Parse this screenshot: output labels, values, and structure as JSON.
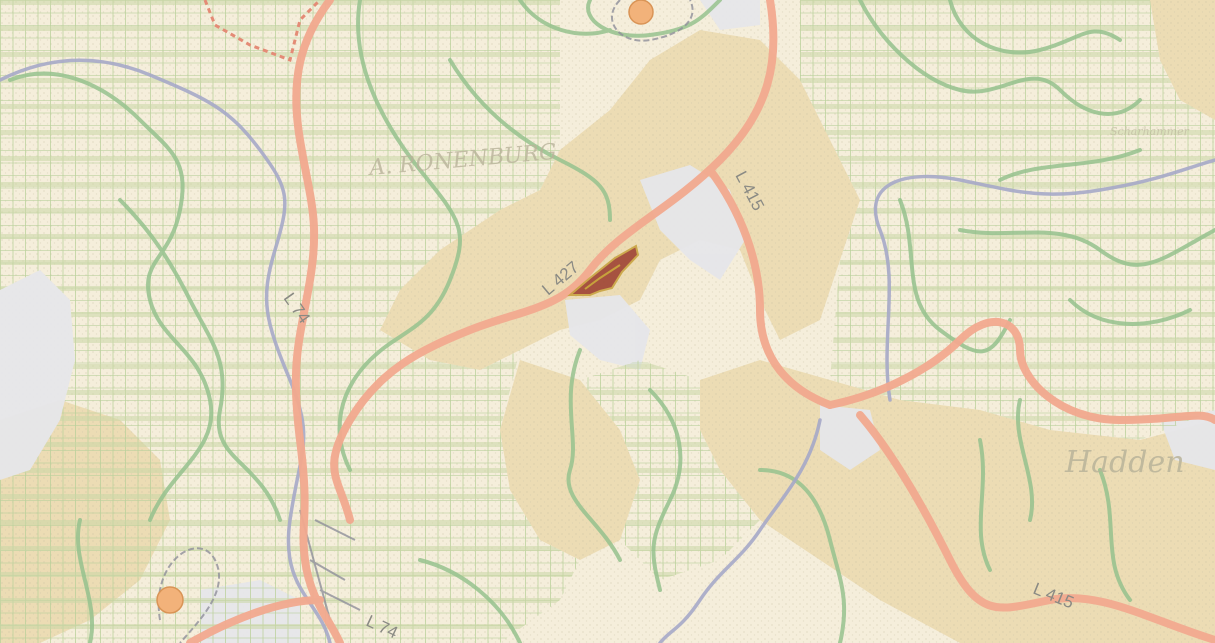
{
  "map": {
    "colors": {
      "background": "#f5eedb",
      "settlement": "#ecdcb4",
      "industrial": "#e6e6ea",
      "grid": "#b9d19a",
      "protected_boundary": "#96c28e",
      "road": "#f2a98f",
      "river": "#a6a9c8",
      "plan_area_fill": "#9a3b2c",
      "plan_area_border": "#c7a13c"
    },
    "road_labels": [
      "L 427",
      "L 415",
      "L 74",
      "L 415",
      "L 74"
    ],
    "place_labels": [
      "A. RONENBURG",
      "Hadden",
      "Scharhammer"
    ]
  }
}
